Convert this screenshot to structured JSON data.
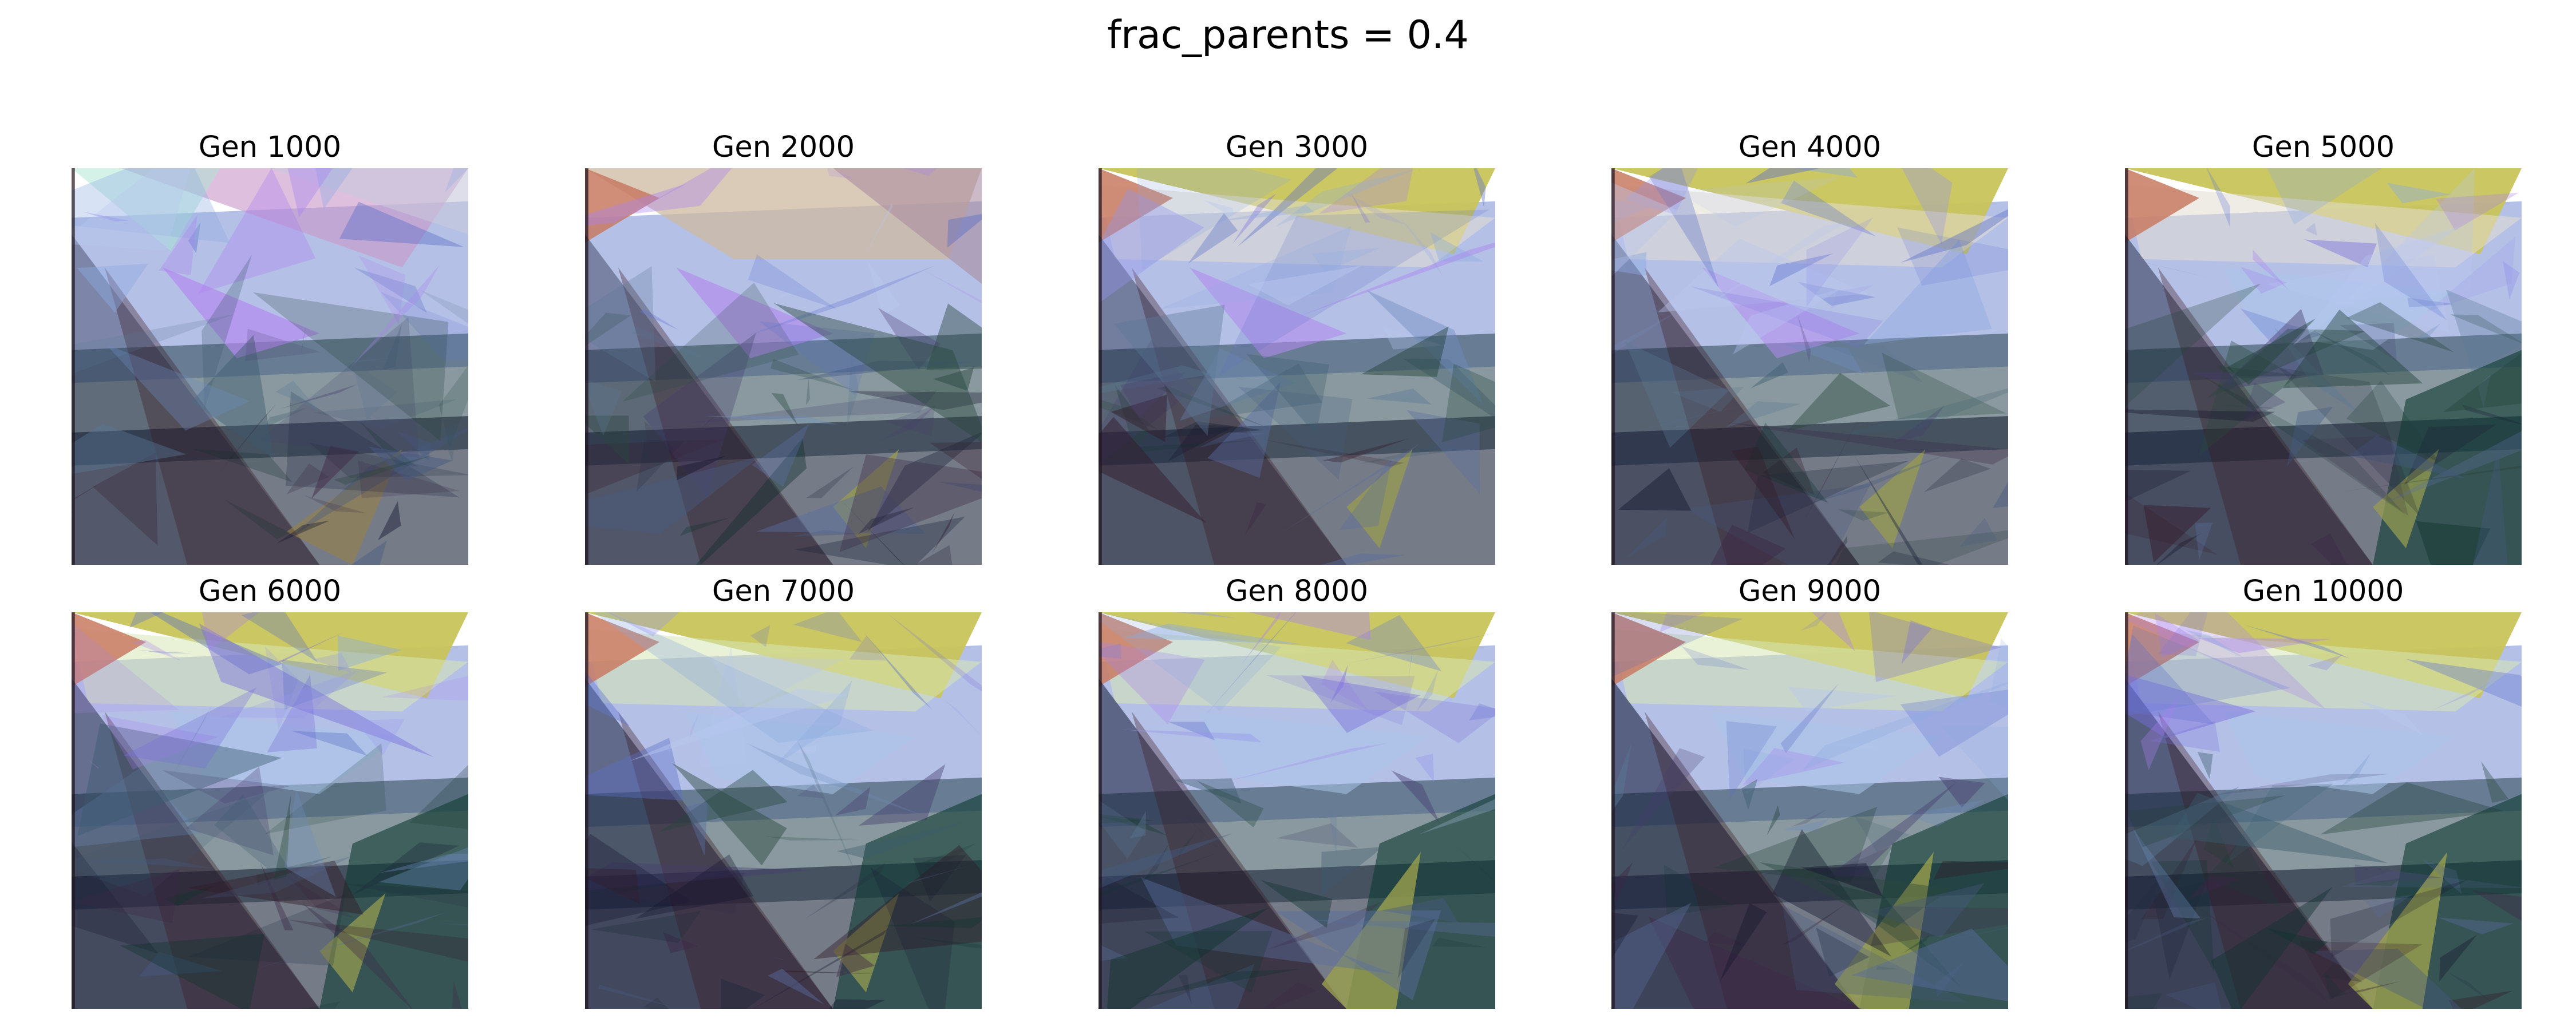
{
  "figure": {
    "title": "frac_parents = 0.4"
  },
  "panels": [
    {
      "label": "Gen 1000"
    },
    {
      "label": "Gen 2000"
    },
    {
      "label": "Gen 3000"
    },
    {
      "label": "Gen 4000"
    },
    {
      "label": "Gen 5000"
    },
    {
      "label": "Gen 6000"
    },
    {
      "label": "Gen 7000"
    },
    {
      "label": "Gen 8000"
    },
    {
      "label": "Gen 9000"
    },
    {
      "label": "Gen 10000"
    }
  ],
  "colors": {
    "yellow_band": "#c8c45a",
    "salmon_corner": "#c87a62",
    "lavender": "#b28aee",
    "sky_blue": "#a7c4e8",
    "deep_navy": "#141a36",
    "dark_maroon": "#3a1a22",
    "teal_dark": "#0e3a32",
    "olive_green": "#9aa04e"
  }
}
